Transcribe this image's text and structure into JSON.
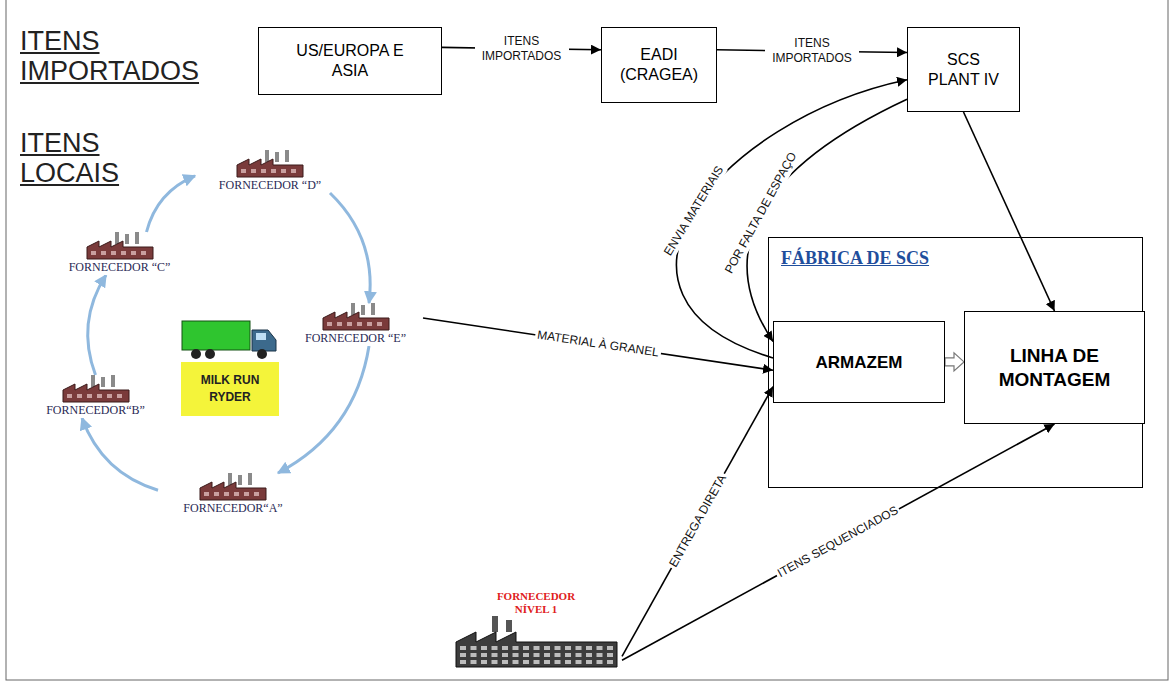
{
  "diagram": {
    "nodes": [
      {
        "text": [
          "US/EUROPA E ASIA"
        ]
      },
      {
        "text": [
          "EADI (CRAGEA)"
        ]
      },
      {
        "text": [
          "SCS PLANT IV"
        ]
      },
      {
        "text": [
          "FORNECEDOR “D”"
        ]
      },
      {
        "text": [
          "FORNECEDOR “C”"
        ]
      },
      {
        "text": [
          "MILK RUN RYDER"
        ]
      },
      {
        "text": [
          "FORNECEDOR “E”"
        ]
      },
      {
        "text": [
          "FORNECEDOR“B”"
        ]
      },
      {
        "text": [
          "FORNECEDOR“A”"
        ]
      },
      {
        "text": [
          "FÁBRICA DE SCS"
        ]
      },
      {
        "text": [
          "ARMAZEM"
        ],
        "in": 9
      },
      {
        "text": [
          "LINHA DE MONTAGEM"
        ],
        "in": 9
      },
      {
        "text": [
          "FORNECEDOR NÍVEL 1"
        ]
      }
    ],
    "edges": [
      {
        "from": 0,
        "to": 1,
        "arrow": "to",
        "label": "ITENS IMPORTADOS"
      },
      {
        "from": 1,
        "to": 2,
        "arrow": "to",
        "label": "ITENS IMPORTADOS"
      },
      {
        "from": 2,
        "to": 11,
        "arrow": "to"
      },
      {
        "from": 10,
        "to": 2,
        "arrow": "to",
        "label": "ENVIA MATERIAIS"
      },
      {
        "from": 2,
        "to": 10,
        "arrow": "to",
        "label": "POR FALTA DE ESPAÇO"
      },
      {
        "from": 6,
        "to": 10,
        "arrow": "to",
        "label": "MATERIAL À GRANEL"
      },
      {
        "from": 12,
        "to": 10,
        "arrow": "to",
        "label": "ENTREGA DIRETA"
      },
      {
        "from": 12,
        "to": 11,
        "arrow": "to",
        "label": "ITENS SEQUENCIADOS"
      },
      {
        "from": 10,
        "to": 11,
        "arrow": "to"
      },
      {
        "from": 8,
        "to": 7,
        "arrow": "to"
      },
      {
        "from": 7,
        "to": 4,
        "arrow": "to"
      },
      {
        "from": 4,
        "to": 3,
        "arrow": "to"
      },
      {
        "from": 3,
        "to": 6,
        "arrow": "to"
      },
      {
        "from": 6,
        "to": 8,
        "arrow": "to"
      }
    ],
    "labels": [
      "ITENS IMPORTADOS",
      "ITENS LOCAIS"
    ]
  }
}
